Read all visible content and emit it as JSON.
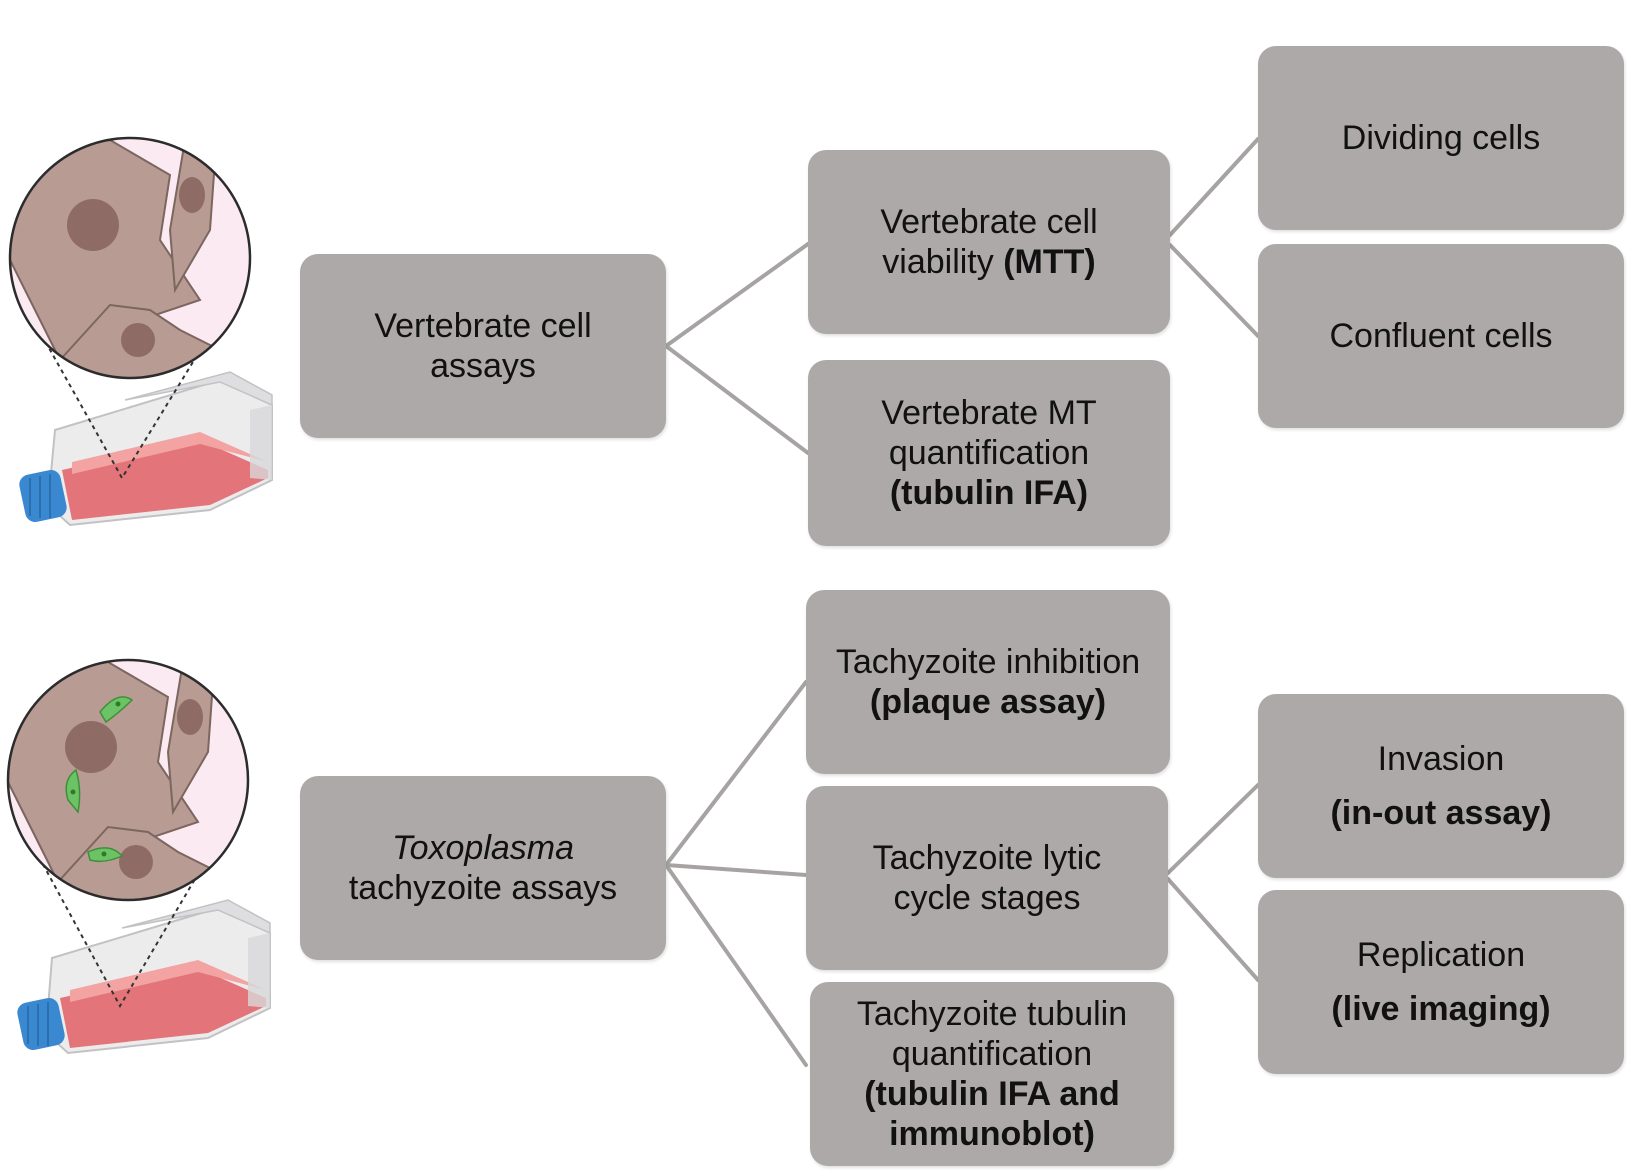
{
  "colors": {
    "box_fill": "#ada9a8",
    "connector": "#a6a3a2",
    "cell_body": "#b89b93",
    "cell_nucleus": "#8e6c65",
    "lens_bg": "#fbeaf2",
    "medium": "#e2676b",
    "cap": "#3a88d0",
    "parasite": "#6cc366"
  },
  "icons": {
    "vertebrate_illustration": "cell-culture-flask-icon",
    "toxoplasma_illustration": "infected-cell-culture-flask-icon"
  },
  "vertebrate": {
    "root": {
      "line1": "Vertebrate cell",
      "line2": "assays"
    },
    "viability": {
      "line1": "Vertebrate cell",
      "line2_plain": "viability ",
      "line2_bold": "(MTT)"
    },
    "mt_quant": {
      "line1": "Vertebrate MT",
      "line2": "quantification",
      "line3_bold": "(tubulin IFA)"
    },
    "dividing": {
      "label": "Dividing cells"
    },
    "confluent": {
      "label": "Confluent cells"
    }
  },
  "toxoplasma": {
    "root": {
      "line1_italic": "Toxoplasma",
      "line2": "tachyzoite assays"
    },
    "inhibition": {
      "line1": "Tachyzoite inhibition",
      "line2_bold": "(plaque assay)"
    },
    "lytic": {
      "line1": "Tachyzoite lytic",
      "line2": "cycle stages"
    },
    "tubulin": {
      "line1": "Tachyzoite tubulin",
      "line2": "quantification",
      "line3_bold": "(tubulin IFA and",
      "line4_bold": "immunoblot)"
    },
    "invasion": {
      "line1": "Invasion",
      "line2_bold": "(in-out assay)"
    },
    "replication": {
      "line1": "Replication",
      "line2_bold": "(live imaging)"
    }
  }
}
